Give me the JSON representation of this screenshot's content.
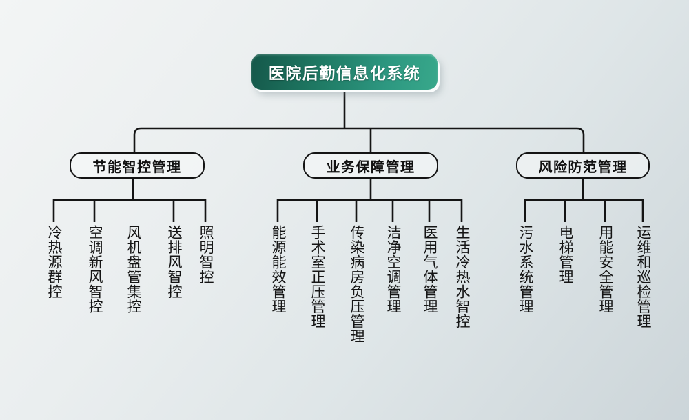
{
  "root": {
    "label": "医院后勤信息化系统"
  },
  "branches": [
    {
      "label": "节能智控管理",
      "leaves": [
        "冷热源群控",
        "空调新风智控",
        "风机盘管集控",
        "送排风智控",
        "照明智控"
      ]
    },
    {
      "label": "业务保障管理",
      "leaves": [
        "能源能效管理",
        "手术室正压管理",
        "传染病房负压管理",
        "洁净空调管理",
        "医用气体管理",
        "生活冷热水智控"
      ]
    },
    {
      "label": "风险防范管理",
      "leaves": [
        "污水系统管理",
        "电梯管理",
        "用能安全管理",
        "运维和巡检管理"
      ]
    }
  ],
  "colors": {
    "root_gradient_start": "#15584a",
    "root_gradient_end": "#38a88b",
    "line": "#141414",
    "background_start": "#f3f5f5",
    "background_end": "#ccd5d9"
  }
}
